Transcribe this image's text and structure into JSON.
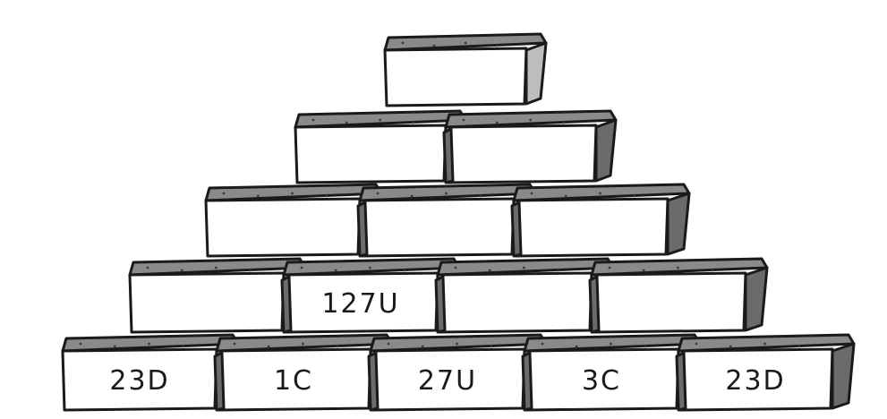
{
  "rows": [
    {
      "row": 1,
      "bricks": [
        ""
      ]
    },
    {
      "row": 2,
      "bricks": [
        "",
        ""
      ]
    },
    {
      "row": 3,
      "bricks": [
        "",
        "",
        ""
      ]
    },
    {
      "row": 4,
      "bricks": [
        "",
        "127U",
        "",
        ""
      ]
    },
    {
      "row": 5,
      "bricks": [
        "23D",
        "1C",
        "27U",
        "3C",
        "23D"
      ]
    }
  ],
  "colors": {
    "brick_face": "#ffffff",
    "brick_top": "#8a8a8a",
    "brick_side": "#6b6b6b",
    "outline": "#1a1a1a"
  }
}
